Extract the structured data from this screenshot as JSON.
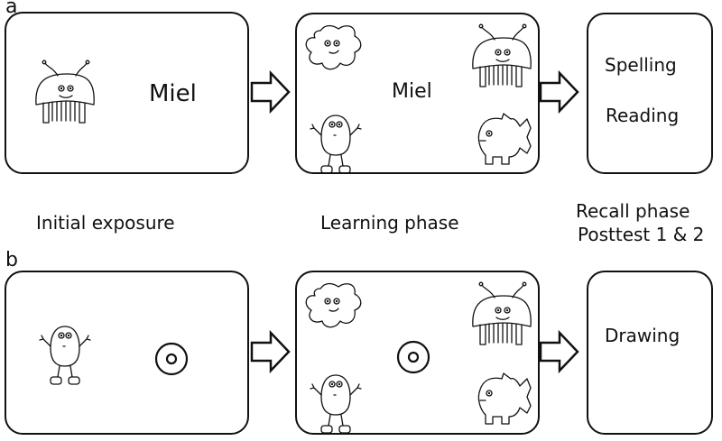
{
  "panels": {
    "a": {
      "label": "a",
      "initial_word": "Miel",
      "learning_word": "Miel",
      "recall_tasks": [
        "Spelling",
        "Reading"
      ]
    },
    "b": {
      "label": "b",
      "recall_tasks": [
        "Drawing"
      ]
    }
  },
  "captions": {
    "initial": "Initial exposure",
    "learning": "Learning phase",
    "recall_line1": "Recall phase",
    "recall_line2": "Posttest 1 & 2"
  },
  "icons": [
    "jellyfish-creature-icon",
    "blob-creature-icon",
    "bean-creature-icon",
    "fish-creature-icon",
    "target-icon",
    "arrow-icon"
  ]
}
